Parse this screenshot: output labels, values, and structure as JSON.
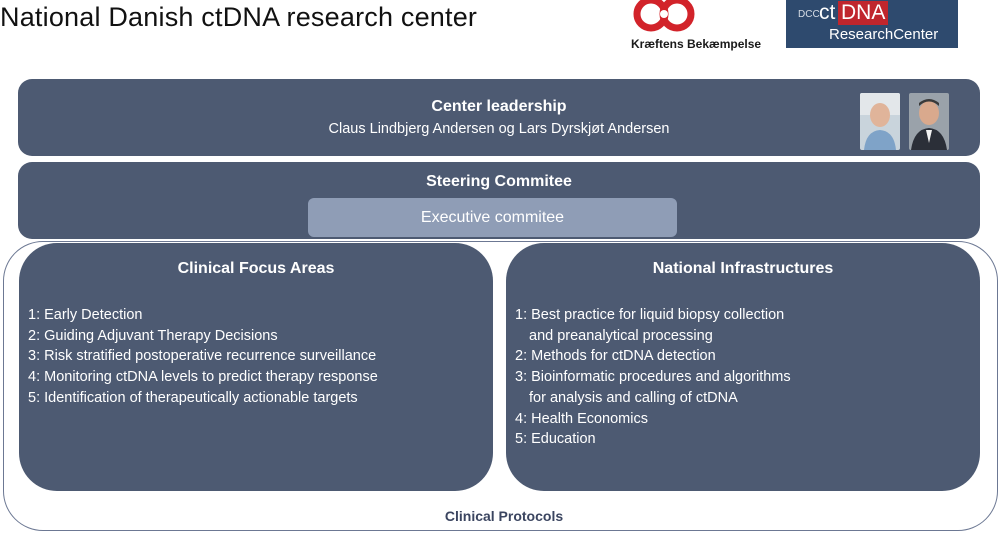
{
  "header": {
    "title": "National Danish ctDNA research center"
  },
  "logos": {
    "kb": {
      "text": "Kræftens Bekæmpelse",
      "color": "#d2232a"
    },
    "dcc": {
      "small": "DCC",
      "ct": "ct",
      "dna": "DNA",
      "sub": "ResearchCenter",
      "bg": "#2e4a6e"
    }
  },
  "leadership": {
    "title": "Center leadership",
    "names": "Claus Lindbjerg Andersen og Lars Dyrskjøt Andersen"
  },
  "steering": {
    "title": "Steering Commitee",
    "executive": "Executive commitee"
  },
  "clinical_focus": {
    "title": "Clinical Focus Areas",
    "items": [
      "1: Early Detection",
      "2: Guiding Adjuvant Therapy Decisions",
      "3: Risk stratified  postoperative  recurrence surveillance",
      "4: Monitoring ctDNA levels to predict therapy response",
      "5: Identification of therapeutically actionable targets"
    ]
  },
  "infrastructures": {
    "title": "National Infrastructures",
    "items": [
      "1: Best practice for liquid biopsy collection",
      "and preanalytical processing",
      "2: Methods for ctDNA detection",
      "3: Bioinformatic procedures and algorithms",
      "for analysis and calling of ctDNA",
      "4: Health Economics",
      "5: Education"
    ]
  },
  "protocols": {
    "label": "Clinical Protocols"
  },
  "colors": {
    "box": "#4d5a72",
    "executive": "#8f9db6",
    "outline": "#6c7893"
  }
}
